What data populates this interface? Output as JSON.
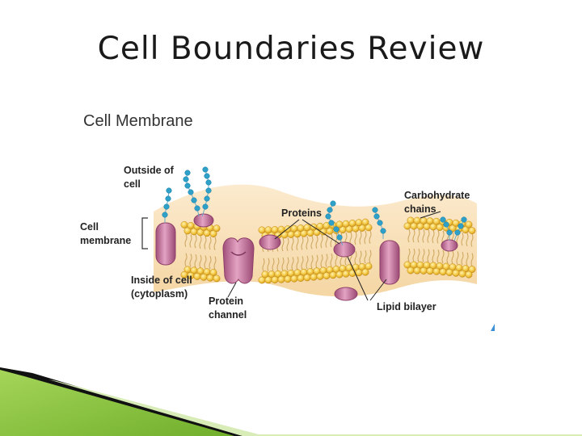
{
  "slide": {
    "title": "Cell Boundaries Review"
  },
  "diagram": {
    "title": "Cell Membrane",
    "labels": {
      "outside_line1": "Outside of",
      "outside_line2": "cell",
      "membrane_line1": "Cell",
      "membrane_line2": "membrane",
      "inside_line1": "Inside of cell",
      "inside_line2": "(cytoplasm)",
      "proteins": "Proteins",
      "carbohydrate_line1": "Carbohydrate",
      "carbohydrate_line2": "chains",
      "channel_line1": "Protein",
      "channel_line2": "channel",
      "bilayer": "Lipid bilayer"
    }
  },
  "colors": {
    "lipid_head": "#f2c641",
    "lipid_head_dark": "#d9a21c",
    "protein": "#c77aa0",
    "protein_dark": "#a14f7a",
    "carbohydrate": "#2fa0c8",
    "membrane_glow": "#f6d9a8",
    "accent_green": "#8dc63f"
  }
}
